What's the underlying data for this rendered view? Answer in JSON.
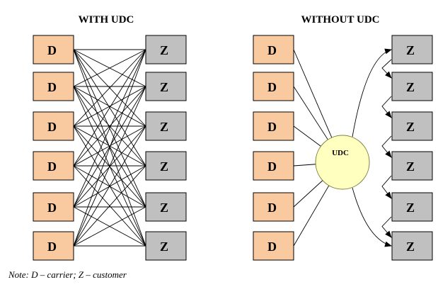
{
  "left_panel": {
    "title": "WITH UDC",
    "carrier_label": "D",
    "customer_label": "Z",
    "carrier_count": 6,
    "customer_count": 6
  },
  "right_panel": {
    "title": "WITHOUT UDC",
    "carrier_label": "D",
    "customer_label": "Z",
    "hub_label": "UDC",
    "carrier_count": 6,
    "customer_count": 6
  },
  "note": "Note: D – carrier;  Z – customer",
  "colors": {
    "carrier_fill": "#f9c9a0",
    "customer_fill": "#c0c0c0",
    "hub_fill": "#ffffc0",
    "hub_stroke": "#808040",
    "box_stroke": "#000000",
    "line": "#000000"
  }
}
